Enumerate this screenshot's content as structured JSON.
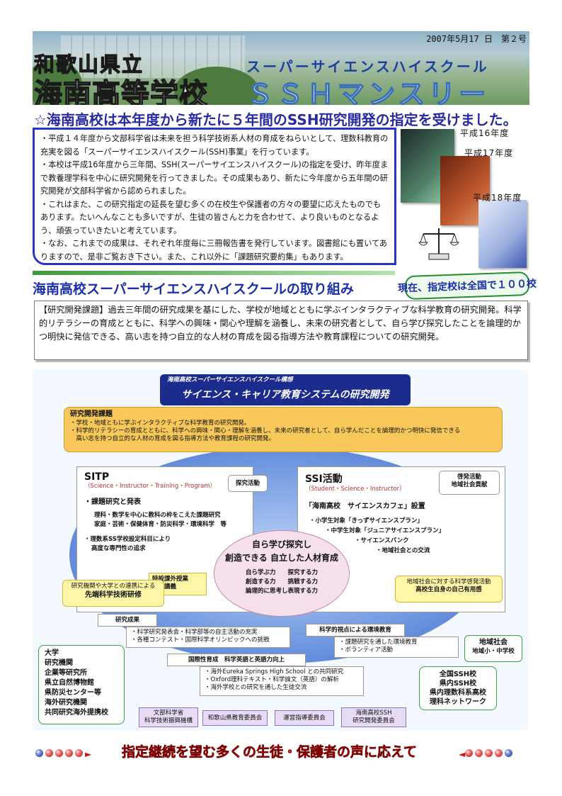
{
  "header": {
    "issue": "2007年5月17 日　第２号",
    "prefecture": "和歌山県立",
    "school": "海南高等学校",
    "ssh_kana": "スーパーサイエンスハイスクール",
    "ssh_monthly": "ＳＳＨマンスリー"
  },
  "headline": "☆海南高校は本年度から新たに５年間のSSH研究開発の指定を受けました。",
  "intro": [
    "・平成１４年度から文部科学省は未来を担う科学技術系人材の育成をねらいとして、理数科教育の充実を図る「スーパーサイエンスハイスクール(SSH)事業」を行っています。",
    "・本校は平成16年度から三年間、SSH(スーパーサイエンスハイスクール)の指定を受け、昨年度まで教養理学科を中心に研究開発を行ってきました。その成果もあり、新たに今年度から五年間の研究開発が文部科学省から認められました。",
    "・これはまた、この研究指定の延長を望む多くの在校生や保護者の方々の要望に応えたものでもあります。たいへんなことも多いですが、生徒の皆さんと力を合わせて、より良いものとなるよう、頑張っていきたいと考えています。",
    "・なお、これまでの成果は、それぞれ年度毎に三冊報告書を発行しています。図書館にも置いてありますので、是非ご覧おき下さい。また、これ以外に「課題研究要約集」もあります。"
  ],
  "reports": [
    "平成16年度",
    "平成17年度",
    "平成18年度"
  ],
  "section2_title": "海南高校スーパーサイエンスハイスクールの取り組み",
  "badge": "現在、指定校は全国で１００校",
  "theme": "【研究開発課題】過去三年間の研究成果を基にした、学校が地域とともに学ぶインタラクティブな科学教育の研究開発。科学的リテラシーの育成とともに、科学への興味・関心や理解を涵養し、未来の研究者として、自ら学び探究したことを論理的かつ明快に発信できる、高い志を持つ自立的な人材の育成を図る指導方法や教育課程についての研究開発。",
  "diagram": {
    "concept_small": "海南高校スーパーサイエンスハイスクール構想",
    "concept_title": "サイエンス・キャリア教育システムの研究開発",
    "research_title": "研究開発課題",
    "research_lines": [
      "・学校・地域ともに学ぶインタラクティブな科学教育の研究開発。",
      "・科学的リテラシーの育成とともに、科学への興味・関心・理解を涵養し、未来の研究者として、自ら学んだことを論理的かつ明快に発信できる",
      "　高い志を持つ自立的な人材の育成を図る指導方法や教育課程の研究開発。"
    ],
    "sitp": {
      "title": "SITP",
      "subtitle": "（Science・Instructor・Training・Program）",
      "tag": "探究活動",
      "h1": "・課題研究と発表",
      "l1": "理科・数学を中心に教科の枠をこえた課題研究",
      "l2": "家庭・芸術・保健体育・防災科学・環境科学　等",
      "h2": "・理数系SS学校設定科目により",
      "l3": "高度な専門性の追求",
      "special": "特設課外授業\n特別講義",
      "training_1": "研究機関や大学との連携による",
      "training_2": "先端科学技術研修"
    },
    "ssi": {
      "title": "SSI活動",
      "subtitle": "（Student・Science・Instructor）",
      "tag": "啓発活動\n地域社会貢献",
      "cafe": "「海南高校　サイエンスカフェ」設置",
      "items": [
        "・小学生対象「きっずサイエンスプラン」",
        "・中学生対象「ジュニアサイエンスプラン」",
        "・サイエンスバンク",
        "・地域社会との交流"
      ],
      "usefulness_1": "地域社会に対する科学啓発活動",
      "usefulness_2": "高校生自身の自己有用感"
    },
    "center": {
      "t1": "自ら学び探究し",
      "t2": "創造できる 自立した人材育成",
      "p1": "自ら学ぶ力　　探究する力",
      "p2": "創造する力　　挑戦する力",
      "p3": "論理的に思考し表現する力"
    },
    "results": {
      "title": "研究成果",
      "items": [
        "・科学研究発表会・科学部等の自主活動の充実",
        "・各種コンテスト・国際科学オリンピックへの挑戦"
      ]
    },
    "environment": {
      "title": "科学的視点による環境教育",
      "items": [
        "・課題研究を通した環境教育",
        "・ボランティア活動"
      ]
    },
    "international": {
      "title": "国際性育成　科学英語と英語力向上",
      "items": [
        "・海外Eureka Springs High School との共同研究",
        "・Oxford理科テキスト・科学論文（英語）の解析",
        "・海外学校との研究を通した生徒交流"
      ]
    },
    "partners": [
      "大学",
      "研究機関",
      "企業等研究所",
      "県立自然博物館",
      "県防災センター等",
      "海外研究機関",
      "共同研究海外提携校"
    ],
    "community": [
      "地域社会",
      "地域小・中学校"
    ],
    "network": [
      "全国SSH校",
      "県内SSH校",
      "県内理数科系高校",
      "理科ネットワーク"
    ],
    "committees": [
      "文部科学省\n科学技術振興機構",
      "和歌山県教育委員会",
      "運営指導委員会",
      "海南高校SSH\n研究開発委員会"
    ]
  },
  "footer": "指定継続を望む多くの生徒・保護者の声に応えて"
}
